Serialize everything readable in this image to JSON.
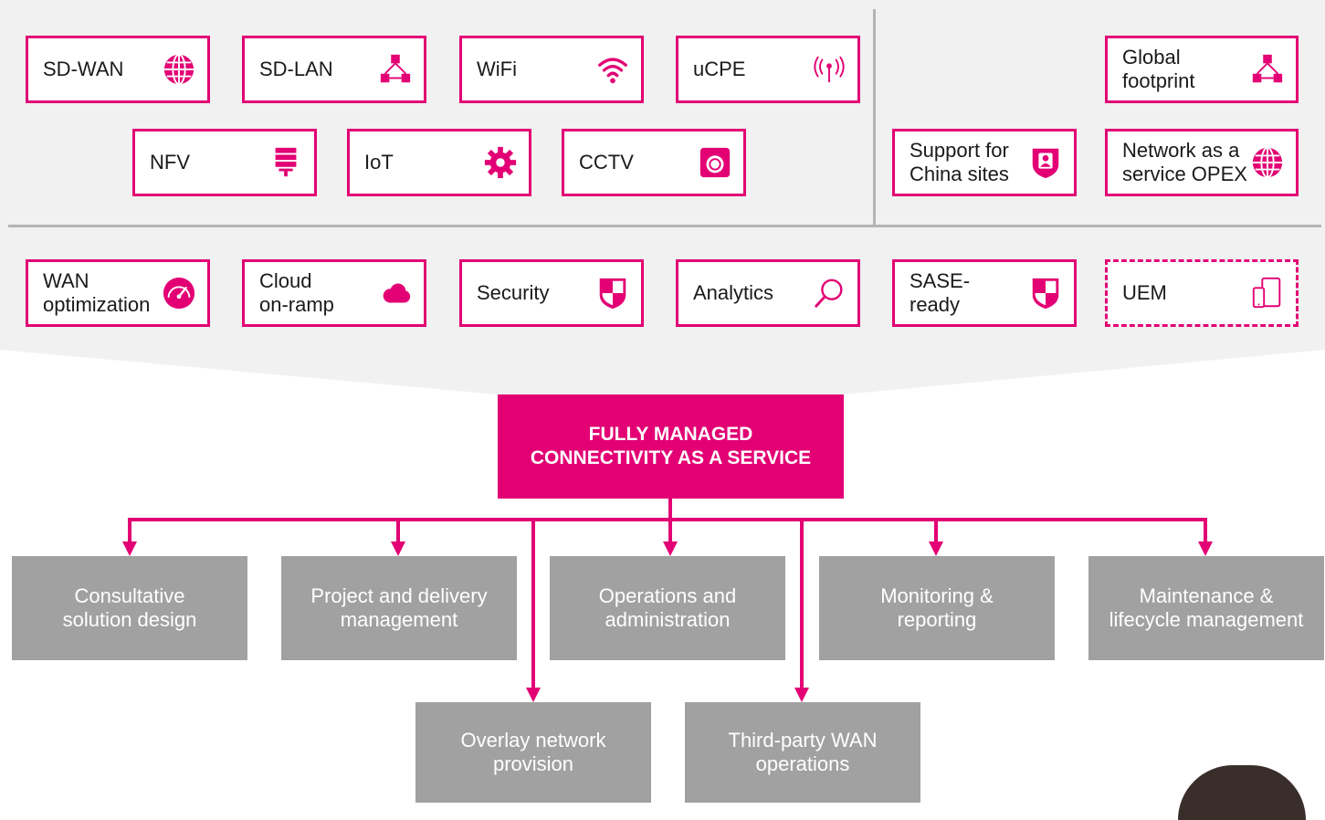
{
  "top_left": {
    "row1": [
      {
        "label": "SD-WAN",
        "icon": "globe-icon"
      },
      {
        "label": "SD-LAN",
        "icon": "network-nodes-icon"
      },
      {
        "label": "WiFi",
        "icon": "wifi-icon"
      },
      {
        "label": "uCPE",
        "icon": "antenna-signal-icon"
      }
    ],
    "row2": [
      {
        "label": "NFV",
        "icon": "server-rack-icon"
      },
      {
        "label": "IoT",
        "icon": "gear-icon"
      },
      {
        "label": "CCTV",
        "icon": "camera-icon"
      }
    ]
  },
  "top_right": {
    "global_footprint": {
      "line1": "Global",
      "line2": "footprint",
      "icon": "network-nodes-icon"
    },
    "china_support": {
      "line1": "Support for",
      "line2": "China sites",
      "icon": "user-shield-icon"
    },
    "naas": {
      "line1": "Network as a",
      "line2": "service OPEX",
      "icon": "globe-icon"
    }
  },
  "row3": [
    {
      "line1": "WAN",
      "line2": "optimization",
      "icon": "speedometer-icon"
    },
    {
      "line1": "Cloud",
      "line2": "on-ramp",
      "icon": "cloud-icon"
    },
    {
      "line1": "Security",
      "line2": "",
      "icon": "shield-icon"
    },
    {
      "line1": "Analytics",
      "line2": "",
      "icon": "search-icon"
    },
    {
      "line1": "SASE-",
      "line2": "ready",
      "icon": "shield-icon"
    },
    {
      "line1": "UEM",
      "line2": "",
      "icon": "mobile-devices-icon"
    }
  ],
  "hub": {
    "line1": "FULLY MANAGED",
    "line2": "CONNECTIVITY AS A SERVICE"
  },
  "services_row1": [
    {
      "line1": "Consultative",
      "line2": "solution design"
    },
    {
      "line1": "Project and delivery",
      "line2": "management"
    },
    {
      "line1": "Operations and",
      "line2": "administration"
    },
    {
      "line1": "Monitoring &",
      "line2": "reporting"
    },
    {
      "line1": "Maintenance &",
      "line2": "lifecycle management"
    }
  ],
  "services_row2": [
    {
      "line1": "Overlay network",
      "line2": "provision"
    },
    {
      "line1": "Third-party WAN",
      "line2": "operations"
    }
  ],
  "colors": {
    "accent": "#e20074",
    "panel": "#f1f1f1",
    "service_box": "#a1a1a1",
    "divider": "#b4b4b4"
  }
}
